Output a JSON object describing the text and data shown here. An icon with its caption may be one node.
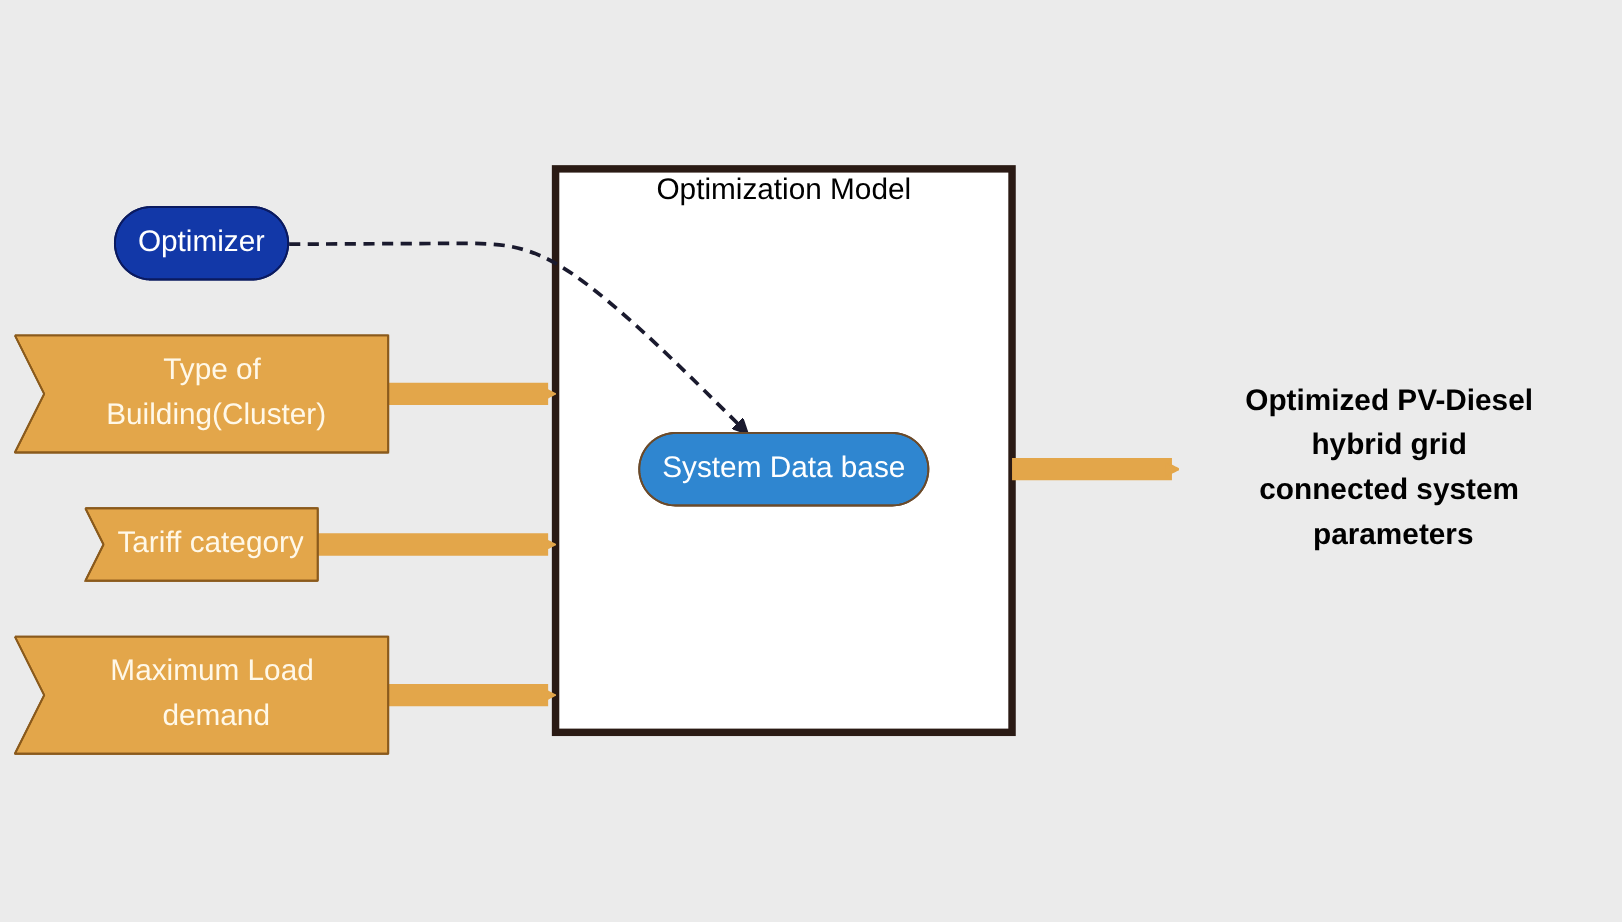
{
  "diagram": {
    "nodes": [
      {
        "text": [
          "Type of Building(Cluster)"
        ]
      },
      {
        "text": [
          "Tariff category"
        ]
      },
      {
        "text": [
          "Maximum Load demand"
        ]
      },
      {
        "text": [
          "Optimization Model"
        ]
      },
      {
        "text": [
          "System Data base"
        ],
        "in": 3
      },
      {
        "text": [
          "Optimized PV-Diesel hybrid grid connected system parameters"
        ]
      },
      {
        "text": [
          "Optimizer"
        ]
      }
    ],
    "edges": [
      {
        "from": 0,
        "to": 3,
        "arrow": "to"
      },
      {
        "from": 1,
        "to": 3,
        "arrow": "to"
      },
      {
        "from": 2,
        "to": 3,
        "arrow": "to"
      },
      {
        "from": 3,
        "to": 5,
        "arrow": "to"
      },
      {
        "from": 6,
        "to": 4,
        "arrow": "to",
        "style": "dashed",
        "color": "#1a1a2e"
      }
    ]
  }
}
